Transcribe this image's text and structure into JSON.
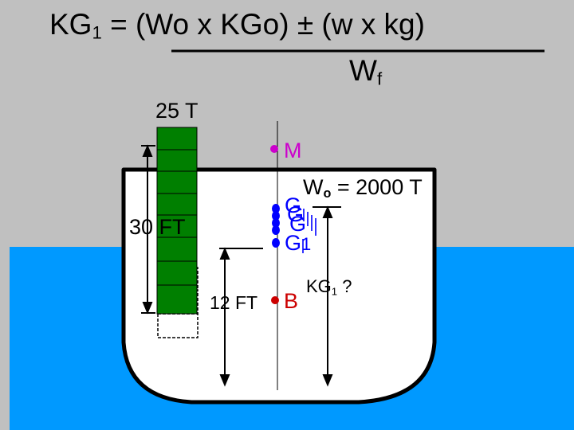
{
  "formula": {
    "lhs": "KG",
    "lhs_sub": "1",
    "numerator": " = (Wo x KGo) ± (w x kg)",
    "denominator": "W",
    "denominator_sub": "f"
  },
  "weight": {
    "label": "25 T"
  },
  "metacenter": {
    "label": "M"
  },
  "displacement": {
    "label": "W",
    "sub": "o",
    "value": " = 2000 T"
  },
  "dimension_30": {
    "label": "30 FT"
  },
  "dimension_12": {
    "label": "12 FT"
  },
  "buoyancy": {
    "label": "B"
  },
  "gravity_labels": [
    "G",
    "G",
    "G",
    "G"
  ],
  "gravity_sub": "1",
  "kg1": {
    "label": "KG",
    "sub": "1",
    "question": " ?"
  },
  "colors": {
    "background": "#c0c0c0",
    "water": "#0099ff",
    "hull": "#ffffff",
    "weight_block": "#007f00",
    "metacenter": "#cc00cc",
    "buoyancy": "#cc0000",
    "gravity": "#0000ff"
  }
}
